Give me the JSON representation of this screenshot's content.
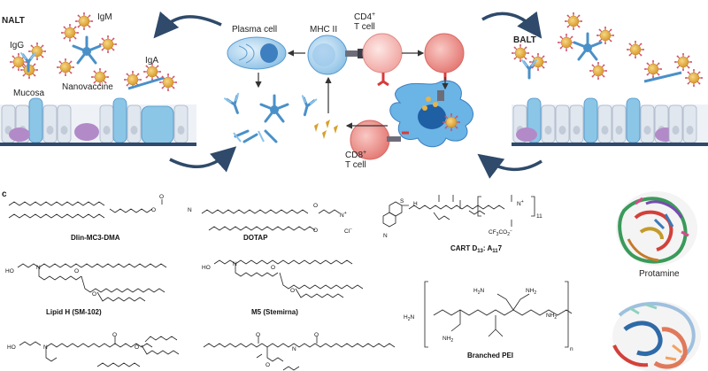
{
  "panel_b": {
    "nalt": "NALT",
    "balt": "BALT",
    "igg": "IgG",
    "igm": "IgM",
    "iga": "IgA",
    "mucosa": "Mucosa",
    "nanovaccine": "Nanovaccine",
    "plasma_cell": "Plasma cell",
    "mhc_ii": "MHC II",
    "cd4_line1": "CD4",
    "cd4_sup": "+",
    "cd4_line2": "T cell",
    "cd8_line1": "CD8",
    "cd8_sup": "+",
    "cd8_line2": "T cell"
  },
  "panel_c": {
    "panel_letter": "c",
    "compounds": {
      "dlin": "Dlin-MC3-DMA",
      "dotap": "DOTAP",
      "cart": "CART D",
      "cart_sub1": "13",
      "cart_mid": ": A",
      "cart_sub2": "11",
      "cart_end": "7",
      "protamine": "Protamine",
      "lipid_h": "Lipid H (SM-102)",
      "m5": "M5 (Stemirna)",
      "branched_pei": "Branched PEI"
    },
    "atoms": {
      "o": "O",
      "n": "N",
      "nplus": "N",
      "plus": "+",
      "cl": "Cl",
      "minus": "−",
      "ho": "HO",
      "h2n": "H",
      "nh2": "NH",
      "two": "2",
      "s": "S",
      "cf3": "CF",
      "three": "3",
      "co2": "CO",
      "eleven": "11",
      "n_sub": "n",
      "h": "H"
    }
  },
  "colors": {
    "antibody": "#4a90c8",
    "antibody_light": "#8cc3ea",
    "nanoparticle_core": "#e7b447",
    "nanoparticle_spikes": "#d2546a",
    "epithelium": "#dfe6ee",
    "goblet": "#8cc6e6",
    "purple_cell": "#b28ac8",
    "plasma": "#9ccaec",
    "tcell_pink": "#f1a6a2",
    "dendritic": "#6ab4e6",
    "arrow": "#2f4a6a"
  }
}
